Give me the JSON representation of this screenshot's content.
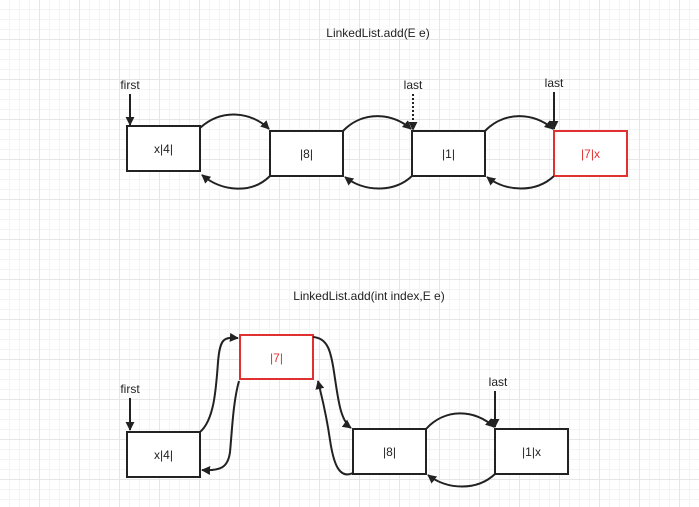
{
  "top": {
    "title": "LinkedList.add(E e)",
    "pointers": {
      "first": "first",
      "last_old": "last",
      "last_new": "last"
    },
    "nodes": [
      "x|4|",
      "|8|",
      "|1|",
      "|7|x"
    ]
  },
  "bottom": {
    "title": "LinkedList.add(int index,E e)",
    "pointers": {
      "first": "first",
      "last": "last"
    },
    "nodes": [
      "x|4|",
      "|7|",
      "|8|",
      "|1|x"
    ]
  },
  "colors": {
    "highlight": "#e03030",
    "line": "#222222"
  }
}
